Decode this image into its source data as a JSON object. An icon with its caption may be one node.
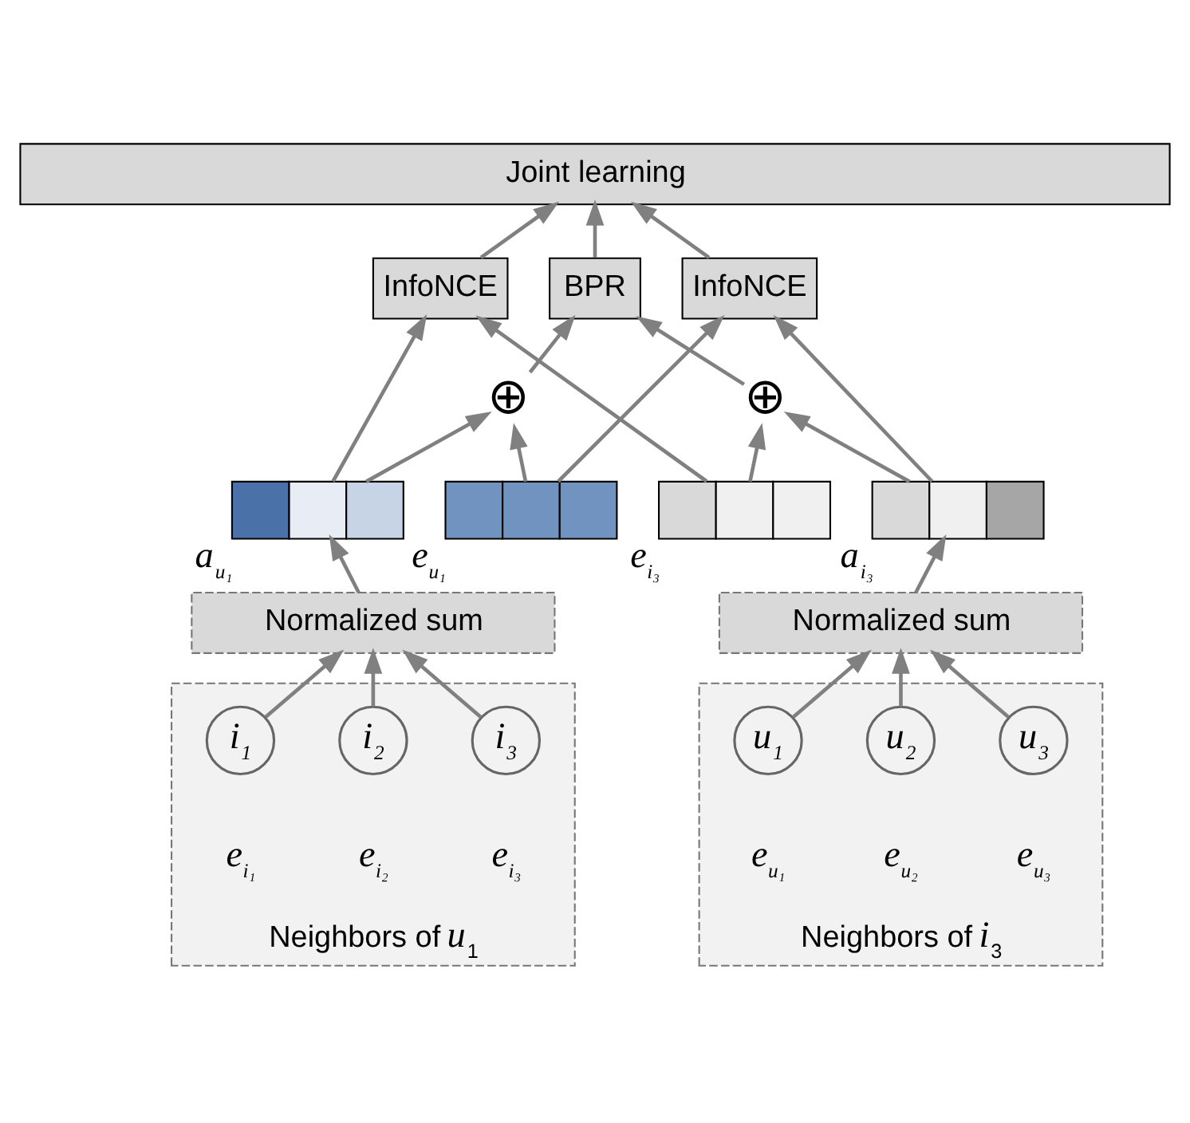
{
  "diagram": {
    "nodes": [
      {
        "text": [
          "Joint learning"
        ]
      },
      {
        "text": [
          "InfoNCE"
        ]
      },
      {
        "text": [
          "BPR"
        ]
      },
      {
        "text": [
          "InfoNCE"
        ]
      },
      {
        "text": [
          "⊕"
        ]
      },
      {
        "text": [
          "⊕"
        ]
      },
      {
        "text": [],
        "shape": "bar",
        "beside": [
          "a$_{u₁}$"
        ]
      },
      {
        "text": [],
        "shape": "bar",
        "beside": [
          "e$_{u₁}$"
        ]
      },
      {
        "text": [],
        "shape": "bar",
        "beside": [
          "e$_{i₃}$"
        ]
      },
      {
        "text": [],
        "shape": "bar",
        "beside": [
          "a$_{i₃}$"
        ]
      },
      {
        "text": [
          "Normalized sum"
        ]
      },
      {
        "text": [
          "Neighbors of *u*$_{1}$"
        ]
      },
      {
        "text": [
          "i$_{1}$"
        ],
        "in": 11,
        "beside": [
          "e$_{i₁}$"
        ]
      },
      {
        "text": [
          "i$_{2}$"
        ],
        "in": 11,
        "beside": [
          "e$_{i₂}$"
        ]
      },
      {
        "text": [
          "i$_{3}$"
        ],
        "in": 11,
        "beside": [
          "e$_{i₃}$"
        ]
      },
      {
        "text": [
          "Normalized sum"
        ]
      },
      {
        "text": [
          "Neighbors of *i*$_{3}$"
        ]
      },
      {
        "text": [
          "u$_{1}$"
        ],
        "in": 16,
        "beside": [
          "e$_{u₁}$"
        ]
      },
      {
        "text": [
          "u$_{2}$"
        ],
        "in": 16,
        "beside": [
          "e$_{u₂}$"
        ]
      },
      {
        "text": [
          "u$_{3}$"
        ],
        "in": 16,
        "beside": [
          "e$_{u₃}$"
        ]
      }
    ],
    "edges": [
      {
        "from": 1,
        "to": 0,
        "arrow": "to"
      },
      {
        "from": 2,
        "to": 0,
        "arrow": "to"
      },
      {
        "from": 3,
        "to": 0,
        "arrow": "to"
      },
      {
        "from": 6,
        "to": 1,
        "arrow": "to"
      },
      {
        "from": 6,
        "to": 4,
        "arrow": "to"
      },
      {
        "from": 7,
        "to": 4,
        "arrow": "to"
      },
      {
        "from": 4,
        "to": 2,
        "arrow": "to"
      },
      {
        "from": 8,
        "to": 1,
        "arrow": "to"
      },
      {
        "from": 7,
        "to": 3,
        "arrow": "to"
      },
      {
        "from": 8,
        "to": 5,
        "arrow": "to"
      },
      {
        "from": 5,
        "to": 2,
        "arrow": "to"
      },
      {
        "from": 9,
        "to": 3,
        "arrow": "to"
      },
      {
        "from": 9,
        "to": 5,
        "arrow": "to"
      },
      {
        "from": 10,
        "to": 6,
        "arrow": "to"
      },
      {
        "from": 12,
        "to": 10,
        "arrow": "to"
      },
      {
        "from": 13,
        "to": 10,
        "arrow": "to"
      },
      {
        "from": 14,
        "to": 10,
        "arrow": "to"
      },
      {
        "from": 15,
        "to": 9,
        "arrow": "to"
      },
      {
        "from": 17,
        "to": 15,
        "arrow": "to"
      },
      {
        "from": 18,
        "to": 15,
        "arrow": "to"
      },
      {
        "from": 19,
        "to": 15,
        "arrow": "to"
      }
    ]
  }
}
